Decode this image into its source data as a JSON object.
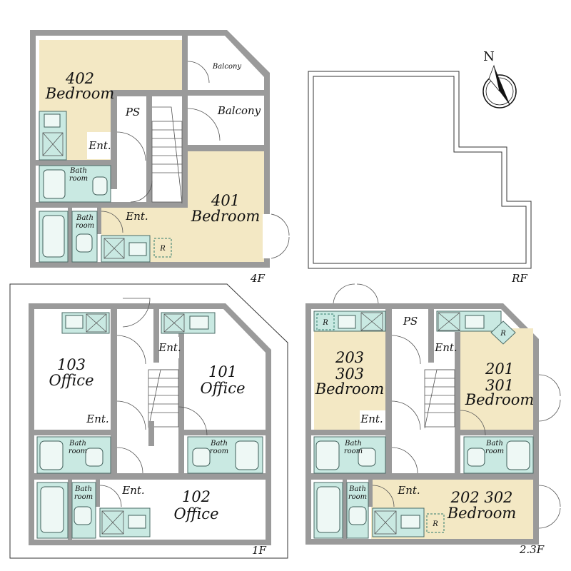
{
  "floors": {
    "f4": {
      "label": "4F",
      "rooms": {
        "r402_num": "402",
        "r402_name": "Bedroom",
        "r401_num": "401",
        "r401_name": "Bedroom",
        "ps": "PS",
        "balcony_top": "Balcony",
        "balcony_right": "Balcony",
        "ent_left": "Ent.",
        "ent_bottom": "Ent.",
        "bath_left_a": "Bath",
        "bath_left_b": "room",
        "bath_bottom_a": "Bath",
        "bath_bottom_b": "room",
        "fridge": "R"
      }
    },
    "rf": {
      "label": "RF"
    },
    "f1": {
      "label": "1F",
      "rooms": {
        "r103_num": "103",
        "r103_name": "Office",
        "r101_num": "101",
        "r101_name": "Office",
        "r102_num": "102",
        "r102_name": "Office",
        "ent_top": "Ent.",
        "ent_mid": "Ent.",
        "ent_bottom": "Ent.",
        "bath_l_a": "Bath",
        "bath_l_b": "room",
        "bath_r_a": "Bath",
        "bath_r_b": "room",
        "bath_b_a": "Bath",
        "bath_b_b": "room"
      }
    },
    "f23": {
      "label": "2.3F",
      "rooms": {
        "r_left_1": "203",
        "r_left_2": "303",
        "r_left_3": "Bedroom",
        "r_right_1": "201",
        "r_right_2": "301",
        "r_right_3": "Bedroom",
        "r_bottom_1": "202 302",
        "r_bottom_2": "Bedroom",
        "ps": "PS",
        "ent_top": "Ent.",
        "ent_mid": "Ent.",
        "ent_bottom": "Ent.",
        "bath_l_a": "Bath",
        "bath_l_b": "room",
        "bath_r_a": "Bath",
        "bath_r_b": "room",
        "bath_b_a": "Bath",
        "bath_b_b": "room",
        "fridge_l": "R",
        "fridge_r": "R",
        "fridge_b": "R"
      }
    }
  },
  "compass": {
    "north_label": "N"
  }
}
